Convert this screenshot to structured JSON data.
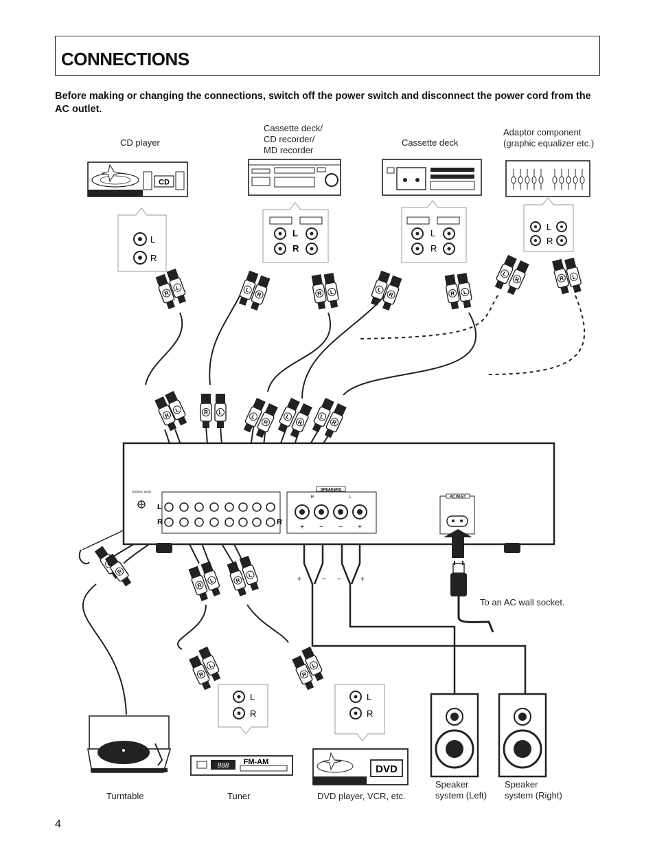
{
  "header": {
    "title": "CONNECTIONS"
  },
  "warning": "Before making or changing the connections, switch off the power switch and disconnect the power cord from the AC outlet.",
  "devices": {
    "cd_player": "CD player",
    "cassette_cd_md": "Cassette  deck/\nCD recorder/\nMD recorder",
    "cassette_deck": "Cassette deck",
    "adaptor": "Adaptor component\n(graphic equalizer etc.)",
    "turntable": "Turntable",
    "tuner": "Tuner",
    "dvd": "DVD player, VCR, etc.",
    "speaker_left": "Speaker\nsystem (Left)",
    "speaker_right": "Speaker\nsystem (Right)",
    "ac_socket": "To an AC wall socket."
  },
  "device_badges": {
    "cd": "CD",
    "fm_am": "FM-AM",
    "dvd": "DVD",
    "tuner_display": "888"
  },
  "jack_labels": {
    "left": "L",
    "right": "R"
  },
  "plug_labels": {
    "left": "L",
    "right": "R"
  },
  "amp_labels": {
    "speakers": "SPEAKERS",
    "ac_inlet": "AC INLET",
    "signal_gnd": "SIGNAL GND",
    "speaker_r": "R",
    "speaker_l": "L",
    "plus": "+",
    "minus": "−"
  },
  "page_number": "4"
}
